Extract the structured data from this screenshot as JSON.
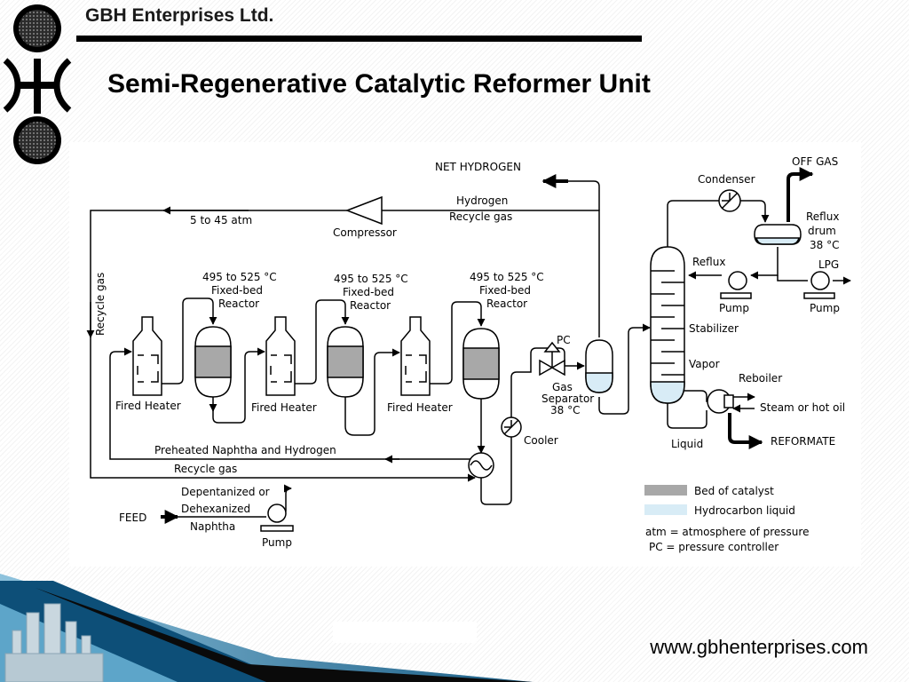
{
  "header": {
    "company": "GBH Enterprises Ltd.",
    "title": "Semi-Regenerative Catalytic Reformer Unit"
  },
  "diagram": {
    "net_hydrogen": "NET HYDROGEN",
    "hydrogen": "Hydrogen",
    "recycle_gas_top": "Recycle gas",
    "pressure_range": "5 to 45 atm",
    "compressor": "Compressor",
    "recycle_gas_vertical": "Recycle gas",
    "reactors": [
      {
        "temp": "495 to 525 °C",
        "type": "Fixed-bed",
        "name": "Reactor"
      },
      {
        "temp": "495 to 525 °C",
        "type": "Fixed-bed",
        "name": "Reactor"
      },
      {
        "temp": "495 to 525 °C",
        "type": "Fixed-bed",
        "name": "Reactor"
      }
    ],
    "heaters": [
      "Fired Heater",
      "Fired Heater",
      "Fired Heater"
    ],
    "pc": "PC",
    "gas_separator": [
      "Gas",
      "Separator",
      "38 °C"
    ],
    "cooler": "Cooler",
    "preheated": "Preheated Naphtha and Hydrogen",
    "recycle_gas_bottom": "Recycle gas",
    "feed_desc": [
      "Depentanized or",
      "Dehexanized",
      "Naphtha"
    ],
    "feed": "FEED",
    "pump": "Pump",
    "condenser": "Condenser",
    "off_gas": "OFF GAS",
    "reflux_drum": [
      "Reflux",
      "drum",
      "38 °C"
    ],
    "reflux": "Reflux",
    "lpg": "LPG",
    "reflux_pump": "Pump",
    "lpg_pump": "Pump",
    "stabilizer": "Stabilizer",
    "vapor": "Vapor",
    "reboiler": "Reboiler",
    "steam": "Steam or hot oil",
    "liquid": "Liquid",
    "reformate": "REFORMATE",
    "legend": {
      "catalyst": "Bed of catalyst",
      "hydrocarbon": "Hydrocarbon liquid",
      "atm_note": "atm = atmosphere of pressure",
      "pc_note": "PC = pressure controller"
    },
    "colors": {
      "catalyst": "#a8a8a8",
      "hydrocarbon": "#d8ecf6"
    }
  },
  "footer": {
    "url": "www.gbhenterprises.com"
  }
}
